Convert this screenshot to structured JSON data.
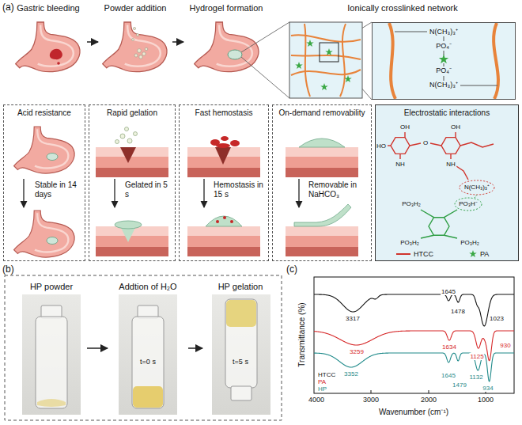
{
  "diagram": {
    "nodes": [
      {
        "text": [
          "Gastric bleeding"
        ]
      },
      {
        "text": [
          "Powder addition"
        ]
      },
      {
        "text": [
          "Hydrogel formation"
        ]
      },
      {
        "text": [
          "Ionically crosslinked network"
        ]
      },
      {
        "text": [
          "N(CH₃)₃⁺",
          "PO₄⁻",
          "PO₄⁻",
          "N(CH₃)₃⁺"
        ],
        "in": 3
      },
      {
        "text": [
          "Acid resistance",
          "Stable in 14 days"
        ]
      },
      {
        "text": [
          "Rapid gelation",
          "Gelated in 5 s"
        ]
      },
      {
        "text": [
          "Fast hemostasis",
          "Hemostasis in 15 s"
        ]
      },
      {
        "text": [
          "On-demand removability",
          "Removable in NaHCO₃"
        ]
      },
      {
        "text": [
          "Electrostatic interactions"
        ]
      },
      {
        "text": [
          "HP powder"
        ]
      },
      {
        "text": [
          "Addtion of H₂O",
          "t=0 s"
        ]
      },
      {
        "text": [
          "HP gelation",
          "t=5 s"
        ]
      }
    ],
    "edges": [
      {
        "from": 0,
        "to": 1,
        "arrow": "to"
      },
      {
        "from": 1,
        "to": 2,
        "arrow": "to"
      },
      {
        "from": 10,
        "to": 11,
        "arrow": "to"
      },
      {
        "from": 11,
        "to": 12,
        "arrow": "to"
      }
    ],
    "labels": [
      "(a)",
      "(b)",
      "(c)",
      "HO",
      "OH",
      "OH",
      "O",
      "NH",
      "NH",
      "N(CH₃)₃⁺",
      "PO₃H⁻",
      "PO₃H₂",
      "PO₃H₂",
      "PO₃H₂",
      "Transmittance (%)",
      "Wavenumber (cm⁻¹)",
      "4000",
      "3000",
      "2000",
      "1000",
      "HTCC",
      "PA",
      "HP",
      "3317",
      "1645",
      "1478",
      "1023",
      "3259",
      "1634",
      "1125",
      "930",
      "3352",
      "1645",
      "1479",
      "1132",
      "934"
    ],
    "legend": [
      {
        "text": "HTCC"
      },
      {
        "text": "PA"
      }
    ]
  }
}
